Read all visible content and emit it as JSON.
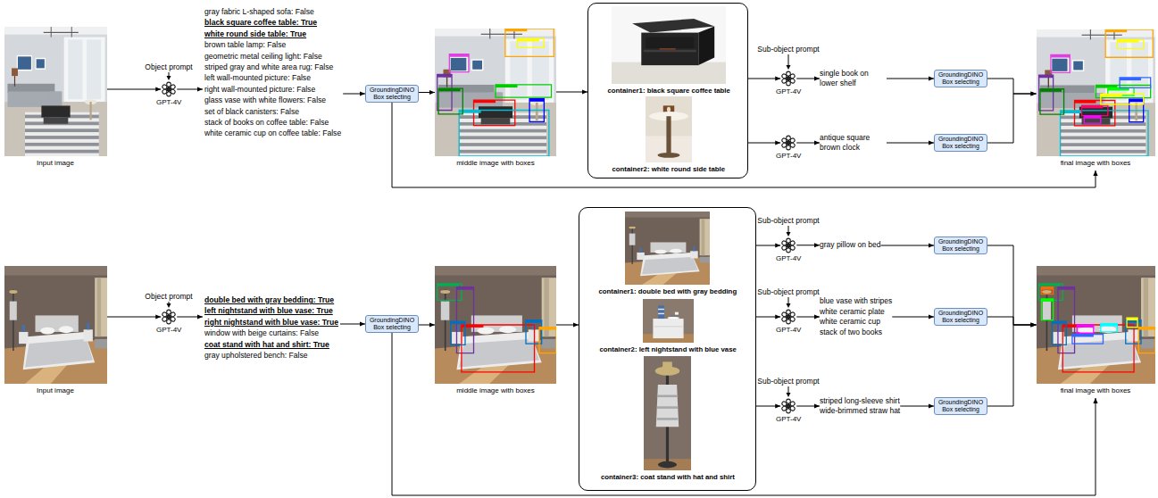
{
  "diagram": {
    "nodes": [
      {
        "text": [
          "Input image"
        ]
      },
      {
        "text": [
          "GPT-4V"
        ]
      },
      {
        "text": [
          "gray fabric L-shaped sofa: False",
          "black square coffee table: True",
          "white round side table: True",
          "brown table lamp: False",
          "geometric metal ceiling light: False",
          "striped gray and white area rug: False",
          "left wall-mounted picture: False",
          "right wall-mounted picture: False",
          "glass vase with white flowers: False",
          "set of black canisters: False",
          "stack of books on coffee table: False",
          "white ceramic cup on coffee table: False"
        ]
      },
      {
        "text": [
          "GroundingDINO Box selecting"
        ]
      },
      {
        "text": [
          "middle image with boxes"
        ]
      },
      {},
      {
        "text": [
          "container1: black square coffee table"
        ],
        "in": 5
      },
      {
        "text": [
          "container2: white round side table"
        ],
        "in": 5
      },
      {
        "text": [
          "GPT-4V"
        ]
      },
      {
        "text": [
          "GPT-4V"
        ]
      },
      {
        "text": [
          "single book on lower shelf"
        ]
      },
      {
        "text": [
          "antique square brown clock"
        ]
      },
      {
        "text": [
          "GroundingDINO Box selecting"
        ]
      },
      {
        "text": [
          "GroundingDINO Box selecting"
        ]
      },
      {
        "text": [
          "final image with boxes"
        ]
      },
      {
        "text": [
          "Input image"
        ]
      },
      {
        "text": [
          "GPT-4V"
        ]
      },
      {
        "text": [
          "double bed with gray bedding: True",
          "left nightstand with blue vase: True",
          "right nightstand with blue vase: True",
          "window with beige curtains: False",
          "coat stand with hat and shirt: True",
          "gray upholstered bench: False"
        ]
      },
      {
        "text": [
          "GroundingDINO Box selecting"
        ]
      },
      {
        "text": [
          "middle image with boxes"
        ]
      },
      {},
      {
        "text": [
          "container1: double bed with gray bedding"
        ],
        "in": 20
      },
      {
        "text": [
          "container2: left nightstand with blue vase"
        ],
        "in": 20
      },
      {
        "text": [
          "container3: coat stand with hat and shirt"
        ],
        "in": 20
      },
      {
        "text": [
          "GPT-4V"
        ]
      },
      {
        "text": [
          "GPT-4V"
        ]
      },
      {
        "text": [
          "GPT-4V"
        ]
      },
      {
        "text": [
          "gray pillow on bed"
        ]
      },
      {
        "text": [
          "blue vase with stripes",
          "white ceramic plate",
          "white ceramic cup",
          "stack of two books"
        ]
      },
      {
        "text": [
          "striped long-sleeve shirt",
          "wide-brimmed straw hat"
        ]
      },
      {
        "text": [
          "GroundingDINO Box selecting"
        ]
      },
      {
        "text": [
          "GroundingDINO Box selecting"
        ]
      },
      {
        "text": [
          "GroundingDINO Box selecting"
        ]
      },
      {
        "text": [
          "final image with boxes"
        ]
      }
    ],
    "edges": [
      {
        "from": 0,
        "to": 1,
        "arrow": "to"
      },
      {
        "from": 1,
        "to": 2,
        "arrow": "to"
      },
      {
        "from": 2,
        "to": 3,
        "arrow": "to"
      },
      {
        "from": 3,
        "to": 4,
        "arrow": "to"
      },
      {
        "from": 4,
        "to": 5,
        "arrow": "to"
      },
      {
        "from": 6,
        "to": 8,
        "arrow": "to"
      },
      {
        "from": 7,
        "to": 9,
        "arrow": "to"
      },
      {
        "from": 8,
        "to": 10,
        "arrow": "to"
      },
      {
        "from": 9,
        "to": 11,
        "arrow": "to"
      },
      {
        "from": 10,
        "to": 12,
        "arrow": "to"
      },
      {
        "from": 11,
        "to": 13,
        "arrow": "to"
      },
      {
        "from": 12,
        "to": 14,
        "arrow": "to"
      },
      {
        "from": 13,
        "to": 14,
        "arrow": "to"
      },
      {
        "from": 3,
        "to": 14,
        "arrow": "to"
      },
      {
        "from": 15,
        "to": 16,
        "arrow": "to"
      },
      {
        "from": 16,
        "to": 17,
        "arrow": "to"
      },
      {
        "from": 17,
        "to": 18,
        "arrow": "to"
      },
      {
        "from": 18,
        "to": 19,
        "arrow": "to"
      },
      {
        "from": 19,
        "to": 20,
        "arrow": "to"
      },
      {
        "from": 21,
        "to": 24,
        "arrow": "to"
      },
      {
        "from": 22,
        "to": 25,
        "arrow": "to"
      },
      {
        "from": 23,
        "to": 26,
        "arrow": "to"
      },
      {
        "from": 24,
        "to": 27,
        "arrow": "to"
      },
      {
        "from": 25,
        "to": 28,
        "arrow": "to"
      },
      {
        "from": 26,
        "to": 29,
        "arrow": "to"
      },
      {
        "from": 27,
        "to": 30,
        "arrow": "to"
      },
      {
        "from": 28,
        "to": 31,
        "arrow": "to"
      },
      {
        "from": 29,
        "to": 32,
        "arrow": "to"
      },
      {
        "from": 30,
        "to": 33,
        "arrow": "to"
      },
      {
        "from": 31,
        "to": 33,
        "arrow": "to"
      },
      {
        "from": 32,
        "to": 33,
        "arrow": "to"
      },
      {
        "from": 18,
        "to": 33,
        "arrow": "to"
      }
    ],
    "labels": [
      "Object prompt",
      "Sub-object prompt",
      "Object prompt",
      "Sub-object prompt",
      "Sub-object prompt",
      "Sub-object prompt"
    ]
  }
}
